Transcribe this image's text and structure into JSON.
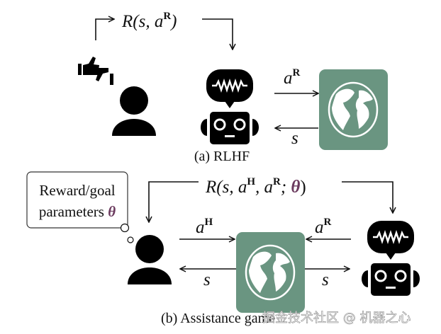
{
  "panel_a": {
    "reward_label": {
      "prefix": "R(s, a",
      "sup": "R",
      "suffix": ")"
    },
    "action_label": {
      "base": "a",
      "sup": "R"
    },
    "state_label": "s",
    "caption": "(a) RLHF"
  },
  "panel_b": {
    "box_line1": "Reward/goal",
    "box_line2": "parameters ",
    "theta": "θ",
    "reward_label": {
      "p1": "R(s, a",
      "sup1": "H",
      "p2": ", a",
      "sup2": "R",
      "p3": "; ",
      "theta": "θ",
      "p4": ")"
    },
    "human_action": {
      "base": "a",
      "sup": "H"
    },
    "robot_action": {
      "base": "a",
      "sup": "R"
    },
    "state_left": "s",
    "state_right": "s",
    "caption": "(b) Assistance game"
  },
  "watermark": "掘金技术社区 @ 机器之心",
  "colors": {
    "globe_bg": "#6a9581",
    "theta": "#6b3a5e",
    "ink": "#111111"
  },
  "icons": [
    "thumbs-up-down-icon",
    "person-icon",
    "robot-icon",
    "globe-icon",
    "thought-bubble-icon"
  ]
}
